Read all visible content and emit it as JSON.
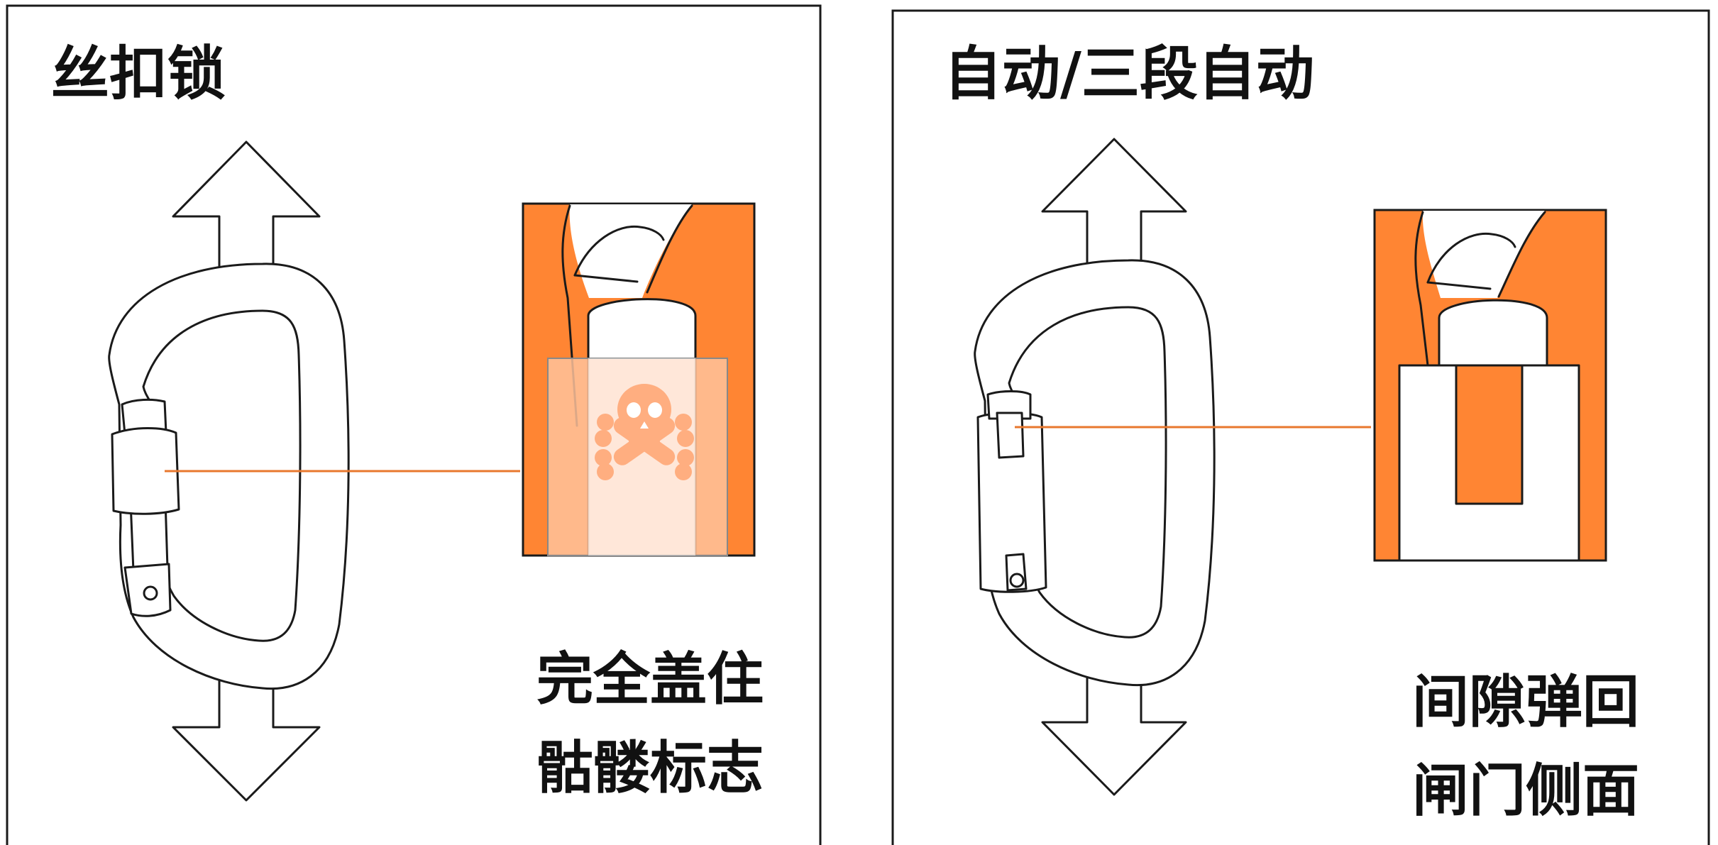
{
  "panels": {
    "left": {
      "title": "丝扣锁",
      "caption_line1": "完全盖住",
      "caption_line2": "骷髅标志"
    },
    "right": {
      "title": "自动/三段自动",
      "caption_line1": "间隙弹回",
      "caption_line2": "闸门侧面"
    }
  },
  "icons": {
    "left_zoom_symbol": "skull-crossbones-icon",
    "load_direction": "double-arrow-icon"
  },
  "colors": {
    "accent_orange": "#FF8533",
    "highlight_peach": "#FFC29B",
    "line": "#1a1a1a",
    "leader_line": "#E8782E"
  }
}
